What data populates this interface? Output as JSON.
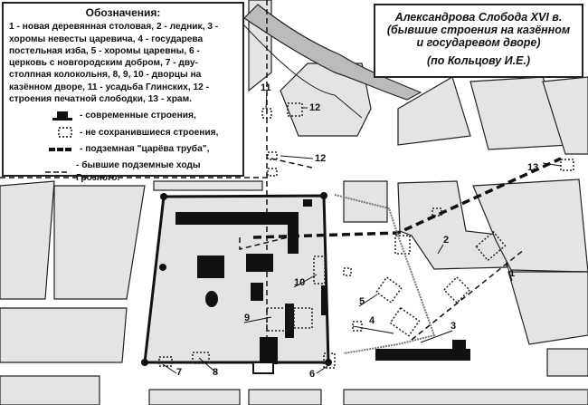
{
  "legend": {
    "heading": "Обозначения:",
    "description": "1 - новая деревянная столовая, 2 - ледник, 3 - хоромы невесты царевича, 4 - государева постельная изба, 5 - хоромы царевны, 6 - церковь с новгородским добром, 7 - дву-столпная колокольня, 8, 9, 10 - дворцы на казённом дворе, 11 - усадьба Глинских, 12 - строения печатной слободки,  13 - храм.",
    "items": [
      {
        "symbol": "solid-building",
        "label": "- современные строения,"
      },
      {
        "symbol": "dotted-building",
        "label": "- не сохранившиеся строения,"
      },
      {
        "symbol": "thick-dash",
        "label": "- подземная \"царёва труба\","
      },
      {
        "symbol": "thin-dash",
        "label": "- бывшие подземные ходы Грозного."
      }
    ]
  },
  "title": {
    "line1": "Александрова Слобода XVI в.",
    "line2": "(бывшие строения на казённом",
    "line3": "и государевом дворе)",
    "source": "(по Кольцову И.Е.)"
  },
  "map_labels": {
    "n1": "1",
    "n2": "2",
    "n3": "3",
    "n4": "4",
    "n5": "5",
    "n6": "6",
    "n7": "7",
    "n8": "8",
    "n9": "9",
    "n10": "10",
    "n11": "11",
    "n12a": "12",
    "n12b": "12",
    "n13": "13"
  }
}
